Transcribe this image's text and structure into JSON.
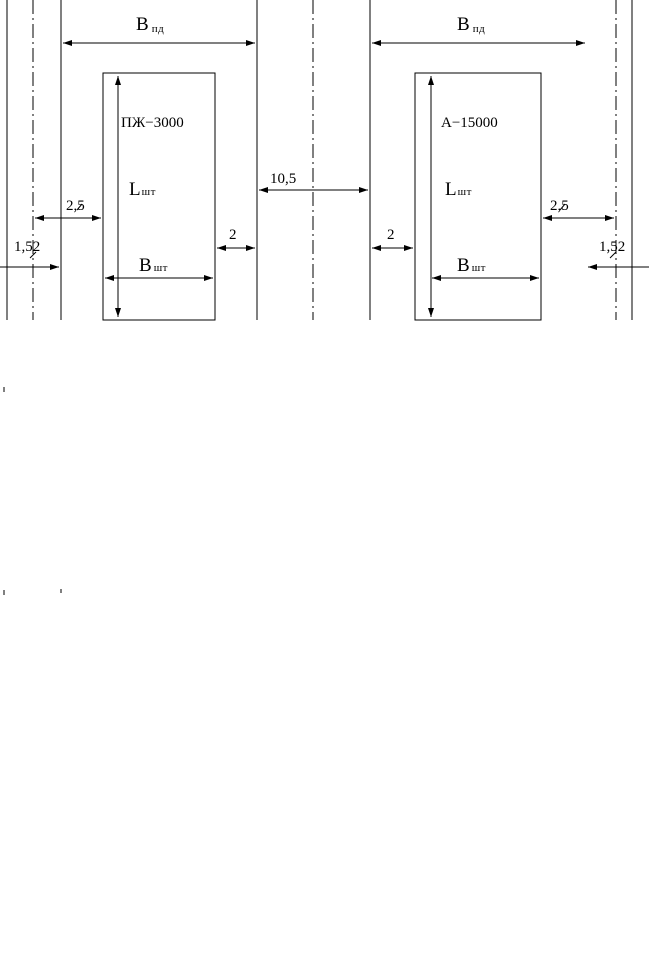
{
  "diagram": {
    "machine_left": "ПЖ−3000",
    "machine_right": "A−15000",
    "width_pass_main": "B",
    "width_pass_sub": "пд",
    "length_stack_main": "L",
    "length_stack_sub": "шт",
    "width_stack_main": "B",
    "width_stack_sub": "шт",
    "dim_center": "10,5",
    "dim_left_edge": "1,52",
    "dim_right_edge": "1,52",
    "dim_left_gap": "2,5",
    "dim_right_gap": "2,5",
    "dim_left_aisle": "2",
    "dim_right_aisle": "2"
  }
}
